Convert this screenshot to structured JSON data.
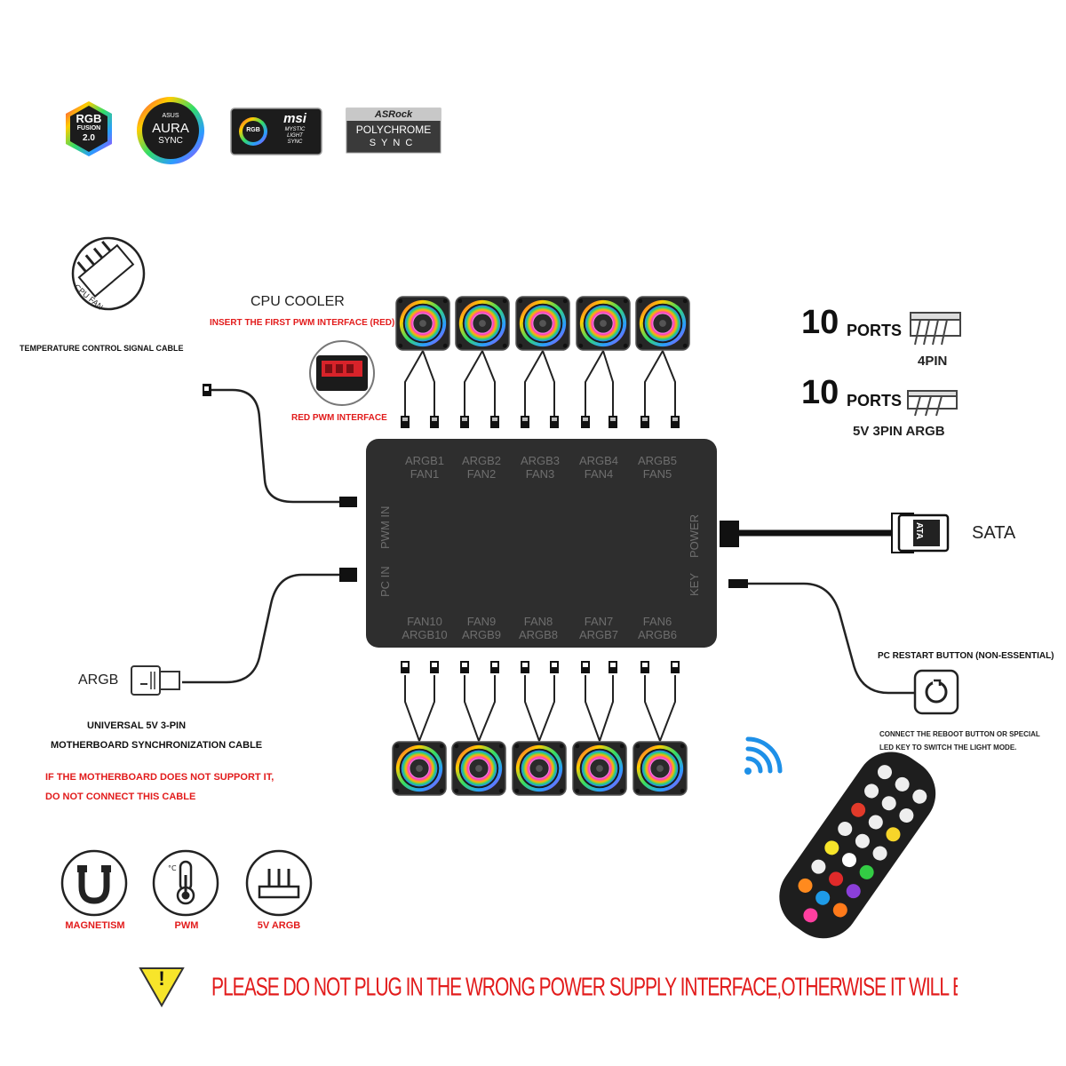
{
  "logos": {
    "rgb_fusion": {
      "line1": "RGB",
      "line2": "FUSION",
      "line3": "2.0"
    },
    "asus_aura": {
      "line1": "ASUS",
      "line2": "AURA",
      "line3": "SYNC"
    },
    "msi": {
      "badge": "RGB",
      "brand": "msi",
      "line1": "MYSTIC",
      "line2": "LIGHT",
      "line3": "SYNC"
    },
    "asrock": {
      "brand": "ASRock",
      "line1": "POLYCHROME",
      "line2": "SYNC"
    }
  },
  "left": {
    "cpu_fan_icon_text": "CPU FAN",
    "temp_cable_label": "TEMPERATURE CONTROL SIGNAL CABLE",
    "argb_plug_label": "ARGB",
    "universal_line1": "UNIVERSAL 5V 3-PIN",
    "universal_line2": "MOTHERBOARD SYNCHRONIZATION CABLE",
    "warn_line1": "IF THE MOTHERBOARD DOES NOT SUPPORT IT,",
    "warn_line2": "DO NOT CONNECT THIS CABLE"
  },
  "cpu": {
    "title": "CPU COOLER",
    "instruction": "INSERT THE FIRST PWM INTERFACE (RED)",
    "red_label": "RED PWM INTERFACE"
  },
  "ports": {
    "count1": "10",
    "word1": "PORTS",
    "type1": "4PIN",
    "count2": "10",
    "word2": "PORTS",
    "type2": "5V 3PIN ARGB"
  },
  "hub": {
    "top": [
      {
        "argb": "ARGB1",
        "fan": "FAN1"
      },
      {
        "argb": "ARGB2",
        "fan": "FAN2"
      },
      {
        "argb": "ARGB3",
        "fan": "FAN3"
      },
      {
        "argb": "ARGB4",
        "fan": "FAN4"
      },
      {
        "argb": "ARGB5",
        "fan": "FAN5"
      }
    ],
    "bottom": [
      {
        "fan": "FAN10",
        "argb": "ARGB10"
      },
      {
        "fan": "FAN9",
        "argb": "ARGB9"
      },
      {
        "fan": "FAN8",
        "argb": "ARGB8"
      },
      {
        "fan": "FAN7",
        "argb": "ARGB7"
      },
      {
        "fan": "FAN6",
        "argb": "ARGB6"
      }
    ],
    "pwm_in": "PWM IN",
    "pc_in": "PC IN",
    "power": "POWER",
    "key": "KEY"
  },
  "right": {
    "sata": "SATA",
    "sata_plug_text": "ATA",
    "restart_label": "PC RESTART BUTTON (NON-ESSENTIAL)",
    "restart_note1": "CONNECT THE REBOOT BUTTON OR SPECIAL",
    "restart_note2": "LED KEY TO SWITCH THE LIGHT MODE."
  },
  "features": [
    {
      "name": "MAGNETISM"
    },
    {
      "name": "PWM"
    },
    {
      "name": "5V ARGB"
    }
  ],
  "warning": {
    "symbol": "!",
    "text": "PLEASE DO NOT PLUG IN THE WRONG POWER SUPPLY INTERFACE,OTHERWISE IT WILL BURN OUT EQUIPMENT!"
  },
  "colors": {
    "hub": "#2e2e2e",
    "warning_red": "#e21b1b",
    "warning_yellow": "#f7e52a",
    "wifi_blue": "#1e90e8"
  }
}
